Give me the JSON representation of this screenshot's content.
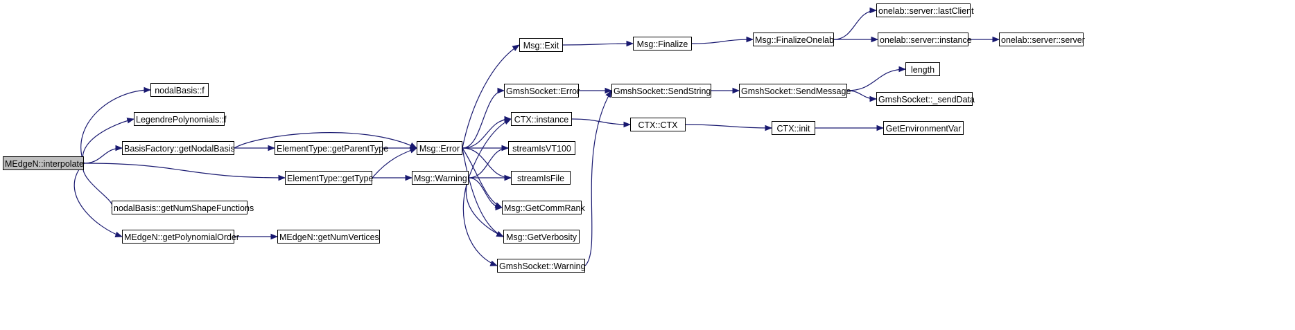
{
  "colors": {
    "edge": "#191970",
    "root_fill": "#bfbfbf",
    "node_fill": "#ffffff"
  },
  "nodes": [
    {
      "id": "interpolate",
      "label": "MEdgeN::interpolate",
      "root": true
    },
    {
      "id": "nodalf",
      "label": "nodalBasis::f"
    },
    {
      "id": "legf",
      "label": "LegendrePolynomials::f"
    },
    {
      "id": "getNodalBasis",
      "label": "BasisFactory::getNodalBasis"
    },
    {
      "id": "getParentType",
      "label": "ElementType::getParentType"
    },
    {
      "id": "getType",
      "label": "ElementType::getType"
    },
    {
      "id": "getNumShape",
      "label": "nodalBasis::getNumShapeFunctions"
    },
    {
      "id": "getPolyOrder",
      "label": "MEdgeN::getPolynomialOrder"
    },
    {
      "id": "getNumVertices",
      "label": "MEdgeN::getNumVertices"
    },
    {
      "id": "msgError",
      "label": "Msg::Error"
    },
    {
      "id": "msgWarning",
      "label": "Msg::Warning"
    },
    {
      "id": "msgExit",
      "label": "Msg::Exit"
    },
    {
      "id": "gsError",
      "label": "GmshSocket::Error"
    },
    {
      "id": "ctxInstance",
      "label": "CTX::instance"
    },
    {
      "id": "vt100",
      "label": "streamIsVT100"
    },
    {
      "id": "isFile",
      "label": "streamIsFile"
    },
    {
      "id": "commRank",
      "label": "Msg::GetCommRank"
    },
    {
      "id": "verbosity",
      "label": "Msg::GetVerbosity"
    },
    {
      "id": "gsWarning",
      "label": "GmshSocket::Warning"
    },
    {
      "id": "msgFinalize",
      "label": "Msg::Finalize"
    },
    {
      "id": "sendString",
      "label": "GmshSocket::SendString"
    },
    {
      "id": "ctxCtx",
      "label": "CTX::CTX"
    },
    {
      "id": "finalizeOnelab",
      "label": "Msg::FinalizeOnelab"
    },
    {
      "id": "sendMessage",
      "label": "GmshSocket::SendMessage"
    },
    {
      "id": "ctxInit",
      "label": "CTX::init"
    },
    {
      "id": "lastClient",
      "label": "onelab::server::lastClient"
    },
    {
      "id": "srvInstance",
      "label": "onelab::server::instance"
    },
    {
      "id": "length",
      "label": "length"
    },
    {
      "id": "sendData",
      "label": "GmshSocket::_sendData"
    },
    {
      "id": "getEnv",
      "label": "GetEnvironmentVar"
    },
    {
      "id": "srvServer",
      "label": "onelab::server::server"
    }
  ],
  "edges": [
    [
      "interpolate",
      "nodalf"
    ],
    [
      "interpolate",
      "legf"
    ],
    [
      "interpolate",
      "getNodalBasis"
    ],
    [
      "interpolate",
      "getType"
    ],
    [
      "interpolate",
      "getNumShape"
    ],
    [
      "interpolate",
      "getPolyOrder"
    ],
    [
      "getNodalBasis",
      "getParentType"
    ],
    [
      "getNodalBasis",
      "msgError"
    ],
    [
      "getParentType",
      "msgError"
    ],
    [
      "getType",
      "msgError"
    ],
    [
      "getType",
      "msgWarning"
    ],
    [
      "getPolyOrder",
      "getNumVertices"
    ],
    [
      "msgError",
      "msgExit"
    ],
    [
      "msgError",
      "gsError"
    ],
    [
      "msgError",
      "ctxInstance"
    ],
    [
      "msgError",
      "vt100"
    ],
    [
      "msgError",
      "isFile"
    ],
    [
      "msgError",
      "commRank"
    ],
    [
      "msgError",
      "verbosity"
    ],
    [
      "msgWarning",
      "ctxInstance"
    ],
    [
      "msgWarning",
      "vt100"
    ],
    [
      "msgWarning",
      "isFile"
    ],
    [
      "msgWarning",
      "commRank"
    ],
    [
      "msgWarning",
      "verbosity"
    ],
    [
      "msgWarning",
      "gsWarning"
    ],
    [
      "msgExit",
      "msgFinalize"
    ],
    [
      "gsError",
      "sendString"
    ],
    [
      "gsWarning",
      "sendString"
    ],
    [
      "ctxInstance",
      "ctxCtx"
    ],
    [
      "msgFinalize",
      "finalizeOnelab"
    ],
    [
      "sendString",
      "sendMessage"
    ],
    [
      "ctxCtx",
      "ctxInit"
    ],
    [
      "finalizeOnelab",
      "lastClient"
    ],
    [
      "finalizeOnelab",
      "srvInstance"
    ],
    [
      "sendMessage",
      "length"
    ],
    [
      "sendMessage",
      "sendData"
    ],
    [
      "ctxInit",
      "getEnv"
    ],
    [
      "srvInstance",
      "srvServer"
    ]
  ]
}
